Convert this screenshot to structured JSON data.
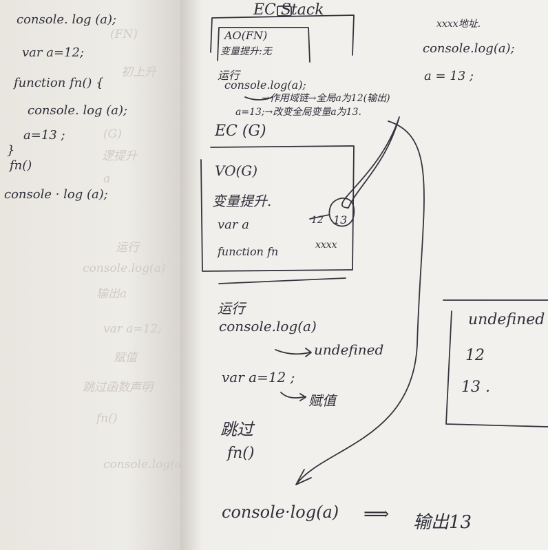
{
  "left_page": {
    "lines": [
      "console. log (a);",
      "var  a=12;",
      "function  fn() {",
      "console. log (a);",
      "a=13 ;",
      "}",
      "fn()",
      "console · log (a);"
    ],
    "ghost_lines": [
      "(FN)",
      "初上升",
      "(G)",
      "逻提升",
      "a",
      "运行",
      "console.log(a)",
      "输出a",
      "var a=12;",
      "赋值",
      "跳过函数声明",
      "fn()",
      "console.log(a)"
    ]
  },
  "stack_title": "EC Stack",
  "ao_box": {
    "title": "AO(FN)",
    "subtitle": "变量提升:无"
  },
  "fn_run": {
    "heading": "运行",
    "line1": "console.log(a);",
    "note1": "→作用域链→全局a为12(输出)",
    "line2": "a=13;→改变全局变量a为13."
  },
  "top_right": {
    "label": "xxxx地址.",
    "line1": "console.log(a);",
    "line2": "a = 13 ;"
  },
  "ec_g": "EC (G)",
  "vo_box": {
    "title": "VO(G)",
    "subtitle": "变量提升.",
    "var_line": "var  a",
    "var_old": "12",
    "var_new": "13",
    "fn_line": "function  fn",
    "fn_value": "xxxx"
  },
  "global_run": {
    "heading": "运行",
    "line1": "console.log(a)",
    "result1": "undefined",
    "line2": "var  a=12 ;",
    "result2": "赋值",
    "skip": "跳过",
    "call": "fn()"
  },
  "output_box": {
    "values": [
      "undefined",
      "12",
      "13 ."
    ]
  },
  "final": {
    "line": "console·log(a)",
    "arrow": "⟹",
    "result": "输出13"
  }
}
